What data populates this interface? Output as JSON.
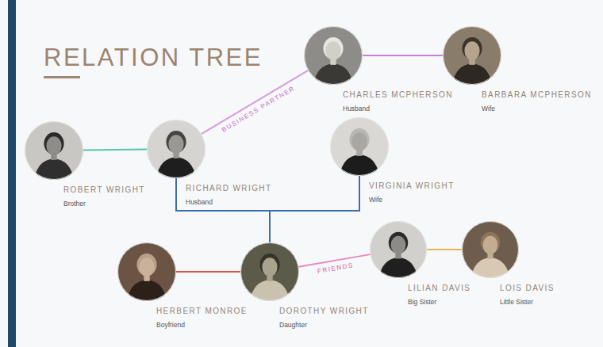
{
  "diagram": {
    "title": "RELATION TREE",
    "nodes": [
      {
        "text": [
          "CHARLES MCPHERSON",
          "Husband"
        ]
      },
      {
        "text": [
          "BARBARA MCPHERSON",
          "Wife"
        ]
      },
      {
        "text": [
          "ROBERT WRIGHT",
          "Brother"
        ]
      },
      {
        "text": [
          "RICHARD WRIGHT",
          "Husband"
        ]
      },
      {
        "text": [
          "VIRGINIA WRIGHT",
          "Wife"
        ]
      },
      {
        "text": [
          "HERBERT MONROE",
          "Boyfriend"
        ]
      },
      {
        "text": [
          "DOROTHY WRIGHT",
          "Daughter"
        ]
      },
      {
        "text": [
          "LILIAN DAVIS",
          "Big Sister"
        ]
      },
      {
        "text": [
          "LOIS DAVIS",
          "Little Sister"
        ]
      }
    ],
    "edges": [
      {
        "from": 0,
        "to": 1,
        "arrow": "none"
      },
      {
        "from": 3,
        "to": 0,
        "label": "BUSINESS PARTNER",
        "arrow": "none"
      },
      {
        "from": 2,
        "to": 3,
        "arrow": "none"
      },
      {
        "from": 3,
        "to": 6,
        "arrow": "none"
      },
      {
        "from": 4,
        "to": 6,
        "arrow": "none"
      },
      {
        "from": 5,
        "to": 6,
        "arrow": "none"
      },
      {
        "from": 6,
        "to": 7,
        "label": "FRIENDS",
        "arrow": "none"
      },
      {
        "from": 7,
        "to": 8,
        "arrow": "none"
      }
    ]
  }
}
